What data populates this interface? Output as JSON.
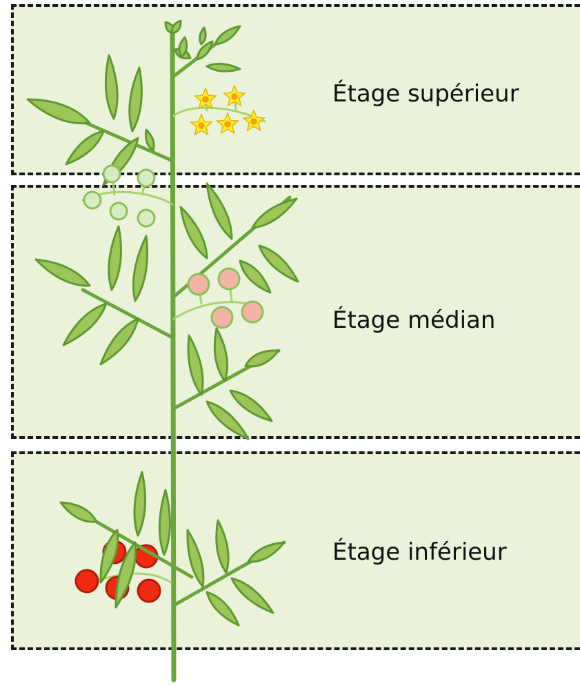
{
  "figure": {
    "zones": [
      {
        "id": "top",
        "label": "Étage supérieur",
        "content": "flowers"
      },
      {
        "id": "mid",
        "label": "Étage médian",
        "content": "green and pink fruits"
      },
      {
        "id": "low",
        "label": "Étage inférieur",
        "content": "red fruits"
      }
    ],
    "colors": {
      "zone_fill": "#eaf3da",
      "border": "#1a1a1a",
      "stem": "#6aa63c",
      "leaf_fill": "#9cc65a",
      "leaf_stroke": "#5e9a32",
      "flower": "#ffee22",
      "flower_center": "#f2a20c",
      "fruit_green": "#d7ecc2",
      "fruit_pink": "#f4b3a4",
      "fruit_red": "#ee2a10",
      "peduncle": "#a8d26e"
    }
  }
}
